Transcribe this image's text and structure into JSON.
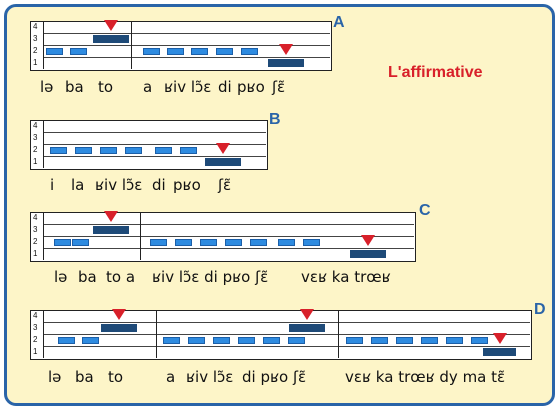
{
  "title": "L'affirmative",
  "colors": {
    "frame": "#2a64a8",
    "background": "#fdf5c8",
    "note": "#2e8be0",
    "dark_note": "#1e4a78",
    "marker": "#d8202a"
  },
  "panels": [
    {
      "label": "A",
      "levels": [
        "4",
        "3",
        "2",
        "1"
      ],
      "lyrics": [
        {
          "text": "lə"
        },
        {
          "text": "ba"
        },
        {
          "text": "to"
        },
        {
          "text": "a"
        },
        {
          "text": "ʁiv lɔ̃ɛ"
        },
        {
          "text": "di"
        },
        {
          "text": "pʁo"
        },
        {
          "text": "ʃɛ̃"
        }
      ]
    },
    {
      "label": "B",
      "levels": [
        "4",
        "3",
        "2",
        "1"
      ],
      "lyrics": [
        {
          "text": "i"
        },
        {
          "text": "la"
        },
        {
          "text": "ʁiv lɔ̃ɛ"
        },
        {
          "text": "di"
        },
        {
          "text": "pʁo"
        },
        {
          "text": "ʃɛ̃"
        }
      ]
    },
    {
      "label": "C",
      "levels": [
        "4",
        "3",
        "2",
        "1"
      ],
      "lyrics": [
        {
          "text": "lə"
        },
        {
          "text": "ba"
        },
        {
          "text": "to a"
        },
        {
          "text": "ʁiv lɔ̃ɛ di pʁo ʃɛ̃"
        },
        {
          "text": "vɛʁ ka trœʁ"
        }
      ]
    },
    {
      "label": "D",
      "levels": [
        "4",
        "3",
        "2",
        "1"
      ],
      "lyrics": [
        {
          "text": "lə"
        },
        {
          "text": "ba"
        },
        {
          "text": "to"
        },
        {
          "text": "a"
        },
        {
          "text": "ʁiv lɔ̃ɛ"
        },
        {
          "text": "di pʁo ʃɛ̃"
        },
        {
          "text": "vɛʁ ka trœʁ dy ma tɛ̃"
        }
      ]
    }
  ]
}
